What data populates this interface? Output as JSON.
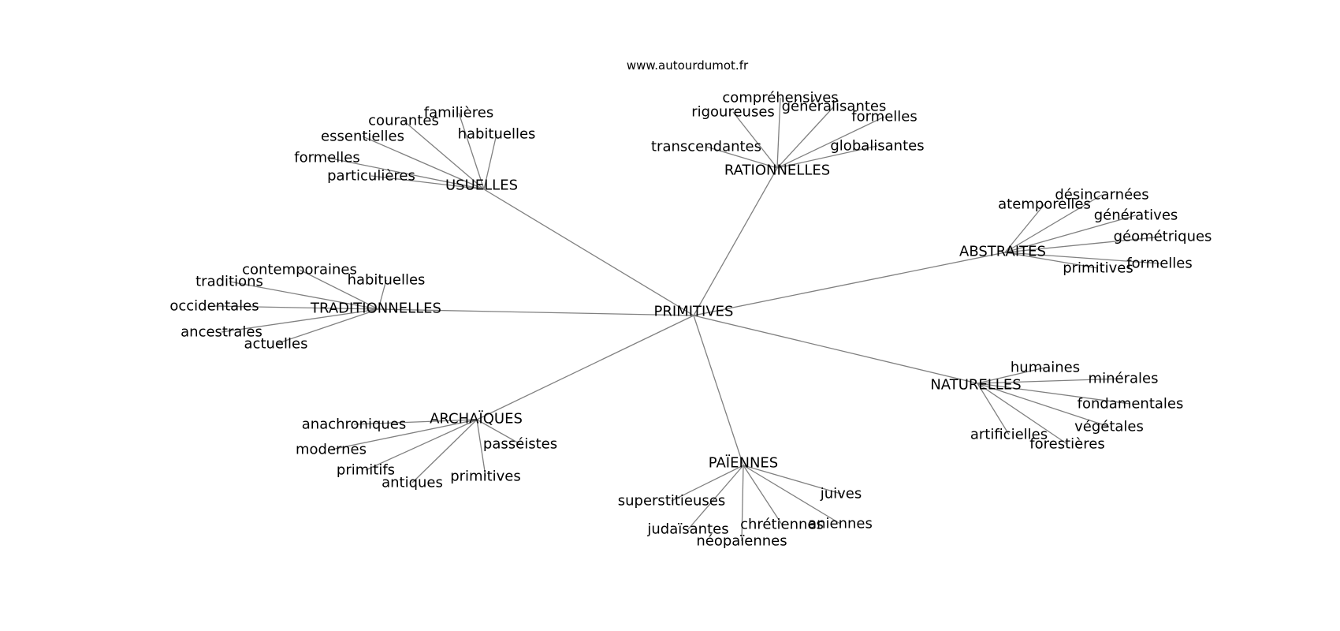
{
  "header": {
    "site": "www.autourdumot.fr"
  },
  "graph": {
    "root": "PRIMITIVES",
    "groups": [
      {
        "label": "USUELLES",
        "words": [
          "familières",
          "courantes",
          "essentielles",
          "habituelles",
          "formelles",
          "particulières"
        ]
      },
      {
        "label": "RATIONNELLES",
        "words": [
          "compréhensives",
          "rigoureuses",
          "généralisantes",
          "formelles",
          "transcendantes",
          "globalisantes"
        ]
      },
      {
        "label": "ABSTRAITES",
        "words": [
          "désincarnées",
          "atemporelles",
          "génératives",
          "géométriques",
          "formelles",
          "primitives"
        ]
      },
      {
        "label": "TRADITIONNELLES",
        "words": [
          "contemporaines",
          "traditions",
          "habituelles",
          "occidentales",
          "ancestrales",
          "actuelles"
        ]
      },
      {
        "label": "NATURELLES",
        "words": [
          "humaines",
          "minérales",
          "fondamentales",
          "végétales",
          "artificielles",
          "forestières"
        ]
      },
      {
        "label": "ARCHAÏQUES",
        "words": [
          "anachroniques",
          "modernes",
          "passéistes",
          "primitifs",
          "antiques",
          "primitives"
        ]
      },
      {
        "label": "PAÏENNES",
        "words": [
          "superstitieuses",
          "juives",
          "judaïsantes",
          "chrétiennes",
          "aniennes",
          "néopaïennes"
        ]
      }
    ]
  },
  "colors": {
    "edge": "#808080",
    "text": "#000000",
    "background": "#ffffff"
  }
}
